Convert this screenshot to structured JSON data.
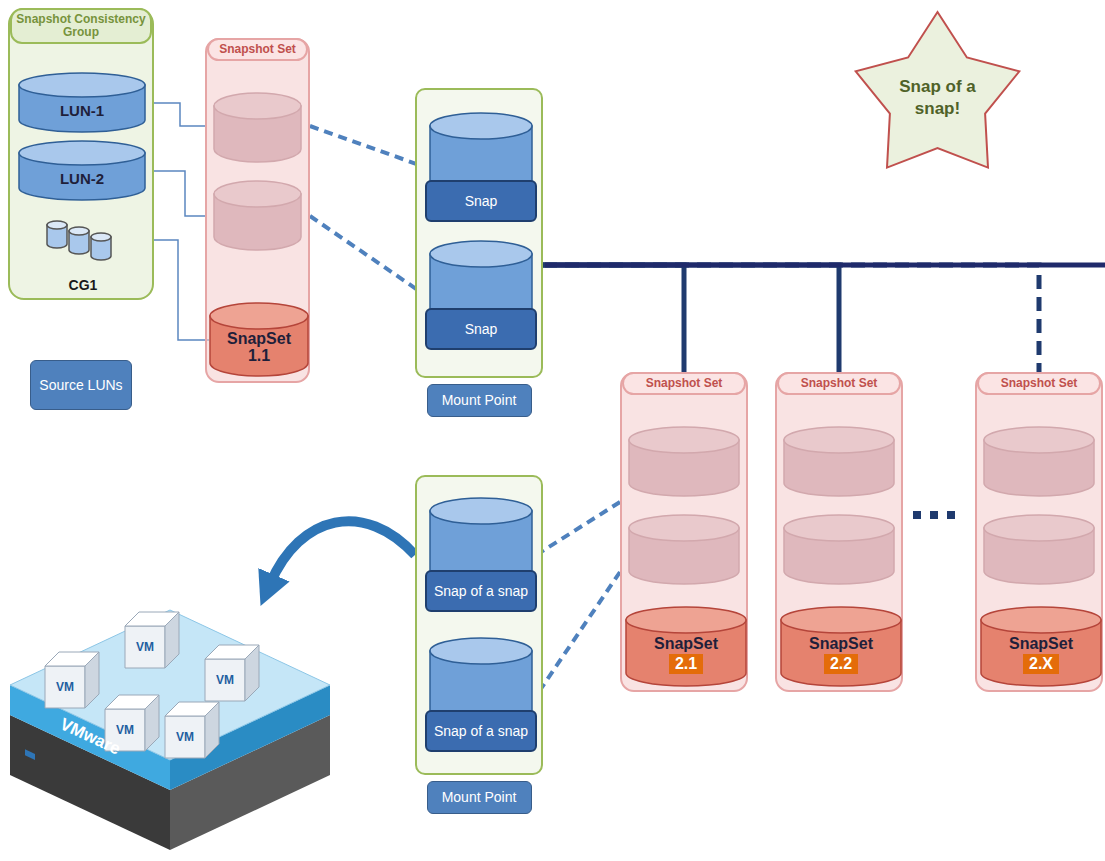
{
  "diagram": {
    "nodes": [
      {
        "text": [
          "Snapshot Consistency Group"
        ]
      },
      {
        "text": [
          "LUN-1"
        ],
        "in": 0
      },
      {
        "text": [
          "LUN-2"
        ],
        "in": 0
      },
      {
        "text": [
          "CG1"
        ],
        "in": 0
      },
      {
        "text": [
          "Source LUNs"
        ]
      },
      {
        "text": [
          "Snapshot Set"
        ]
      },
      {
        "text": [
          "SnapSet 1.1"
        ],
        "in": 5
      },
      {
        "text": [
          "Mount Point"
        ]
      },
      {
        "text": [
          "Snap"
        ],
        "in": 7
      },
      {
        "text": [
          "Snap"
        ],
        "in": 7
      },
      {
        "text": [
          "Snap of a snap!"
        ]
      },
      {
        "text": [
          "Snapshot Set"
        ]
      },
      {
        "text": [
          "SnapSet",
          "2.1"
        ],
        "in": 11
      },
      {
        "text": [
          "Snapshot Set"
        ]
      },
      {
        "text": [
          "SnapSet",
          "2.2"
        ],
        "in": 13
      },
      {
        "text": [
          "Snapshot Set"
        ]
      },
      {
        "text": [
          "SnapSet",
          "2.X"
        ],
        "in": 15
      },
      {
        "text": [
          "Mount Point"
        ]
      },
      {
        "text": [
          "Snap of a snap"
        ],
        "in": 17
      },
      {
        "text": [
          "Snap of a snap"
        ],
        "in": 17
      },
      {
        "text": [
          "VMware"
        ]
      },
      {
        "text": [
          "VM"
        ],
        "in": 20
      },
      {
        "text": [
          "VM"
        ],
        "in": 20
      },
      {
        "text": [
          "VM"
        ],
        "in": 20
      },
      {
        "text": [
          "VM"
        ],
        "in": 20
      },
      {
        "text": [
          "VM"
        ],
        "in": 20
      }
    ],
    "edges": [
      {
        "from": 1,
        "to": 5,
        "arrow": "none"
      },
      {
        "from": 2,
        "to": 5,
        "arrow": "none"
      },
      {
        "from": 3,
        "to": 6,
        "arrow": "none"
      },
      {
        "from": 5,
        "to": 8,
        "arrow": "none"
      },
      {
        "from": 5,
        "to": 9,
        "arrow": "none"
      },
      {
        "from": 7,
        "to": 11,
        "arrow": "none"
      },
      {
        "from": 7,
        "to": 13,
        "arrow": "none"
      },
      {
        "from": 7,
        "to": 15,
        "arrow": "none"
      },
      {
        "from": 11,
        "to": 18,
        "arrow": "none"
      },
      {
        "from": 11,
        "to": 19,
        "arrow": "none"
      },
      {
        "from": 17,
        "to": 20,
        "arrow": "to"
      }
    ]
  }
}
